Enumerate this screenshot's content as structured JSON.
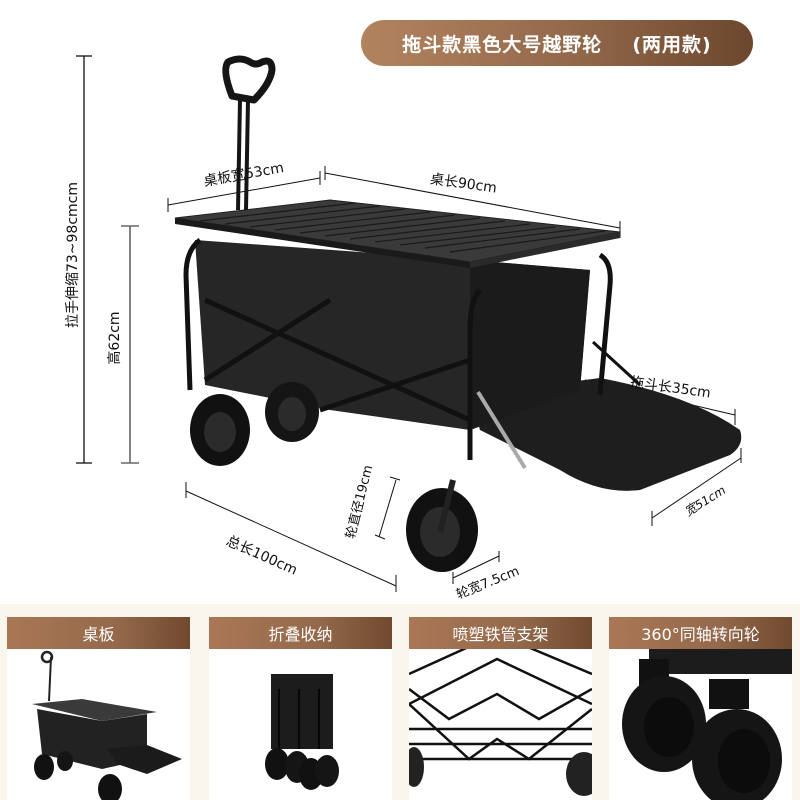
{
  "header": {
    "title": "拖斗款黑色大号越野轮",
    "variant": "(两用款)",
    "accent_gradient": [
      "#b3835f",
      "#6c472d"
    ]
  },
  "dimensions": {
    "handle_extension": "拉手伸缩73~98cmcm",
    "height": "高62cm",
    "table_width": "桌板宽53cm",
    "table_length": "桌长90cm",
    "tailgate_length": "拖斗长35cm",
    "tailgate_width": "宽51cm",
    "total_length": "总长100cm",
    "wheel_diameter": "轮直径19cm",
    "wheel_width": "轮宽7.5cm"
  },
  "features": [
    {
      "label": "桌板",
      "icon": "table-cart-image"
    },
    {
      "label": "折叠收纳",
      "icon": "folded-cart-image"
    },
    {
      "label": "喷塑铁管支架",
      "icon": "steel-frame-image"
    },
    {
      "label": "360°同轴转向轮",
      "icon": "swivel-wheel-image"
    }
  ],
  "colors": {
    "band_background": "#faf6ee",
    "product": "#1a1a1a"
  }
}
